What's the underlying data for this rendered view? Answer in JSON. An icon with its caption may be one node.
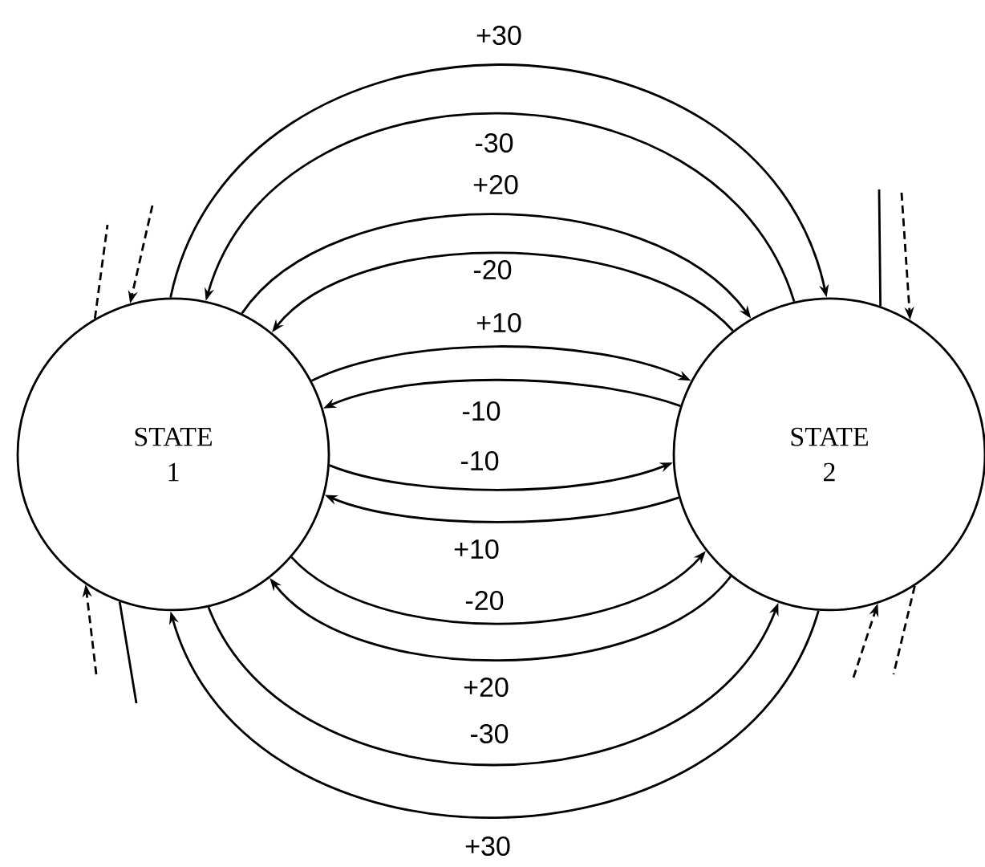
{
  "diagram": {
    "nodes": [
      {
        "text": [
          "STATE 1"
        ]
      },
      {
        "text": [
          "STATE 2"
        ]
      }
    ],
    "edges": [
      {
        "from": 0,
        "to": 1,
        "arrow": "to",
        "label": "+30"
      },
      {
        "from": 1,
        "to": 0,
        "arrow": "to",
        "label": "-30"
      },
      {
        "from": 0,
        "to": 1,
        "arrow": "to",
        "label": "+20"
      },
      {
        "from": 1,
        "to": 0,
        "arrow": "to",
        "label": "-20"
      },
      {
        "from": 0,
        "to": 1,
        "arrow": "to",
        "label": "+10"
      },
      {
        "from": 1,
        "to": 0,
        "arrow": "to",
        "label": "-10"
      },
      {
        "from": 0,
        "to": 1,
        "arrow": "to",
        "label": "-10"
      },
      {
        "from": 1,
        "to": 0,
        "arrow": "to",
        "label": "+10"
      },
      {
        "from": 0,
        "to": 1,
        "arrow": "to",
        "label": "-20"
      },
      {
        "from": 1,
        "to": 0,
        "arrow": "to",
        "label": "+20"
      },
      {
        "from": 0,
        "to": 1,
        "arrow": "to",
        "label": "-30"
      },
      {
        "from": 1,
        "to": 0,
        "arrow": "to",
        "label": "+30"
      },
      {
        "from": null,
        "to": 0,
        "arrow": "to",
        "style": "dashed"
      },
      {
        "from": 0,
        "to": null,
        "arrow": "none",
        "style": "dashed"
      },
      {
        "from": 1,
        "to": null,
        "arrow": "none"
      },
      {
        "from": null,
        "to": 1,
        "arrow": "to",
        "style": "dashed"
      },
      {
        "from": null,
        "to": 1,
        "arrow": "to",
        "style": "dashed"
      },
      {
        "from": 1,
        "to": null,
        "arrow": "none",
        "style": "dashed"
      },
      {
        "from": null,
        "to": 0,
        "arrow": "to",
        "style": "dashed"
      },
      {
        "from": 0,
        "to": null,
        "arrow": "none"
      }
    ]
  }
}
